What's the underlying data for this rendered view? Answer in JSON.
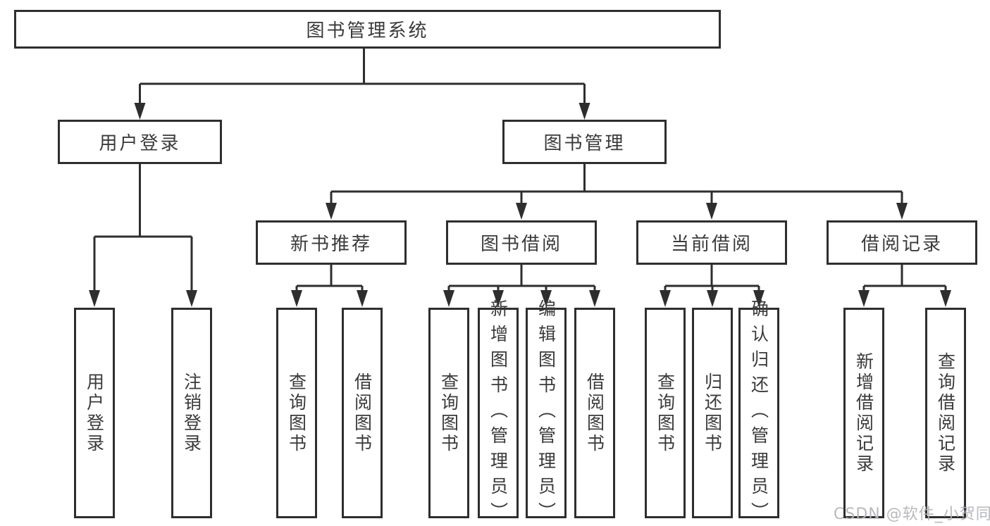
{
  "tree": {
    "root": {
      "label": "图书管理系统"
    },
    "branches": [
      {
        "label": "用户登录",
        "children": [
          {
            "label": "用户登录"
          },
          {
            "label": "注销登录"
          }
        ]
      },
      {
        "label": "图书管理",
        "groups": [
          {
            "label": "新书推荐",
            "children": [
              {
                "label": "查询图书"
              },
              {
                "label": "借阅图书"
              }
            ]
          },
          {
            "label": "图书借阅",
            "children": [
              {
                "label": "查询图书"
              },
              {
                "label": "新增图书（管理员）"
              },
              {
                "label": "编辑图书（管理员）"
              },
              {
                "label": "借阅图书"
              }
            ]
          },
          {
            "label": "当前借阅",
            "children": [
              {
                "label": "查询图书"
              },
              {
                "label": "归还图书"
              },
              {
                "label": "确认归还（管理员）"
              }
            ]
          },
          {
            "label": "借阅记录",
            "children": [
              {
                "label": "新增借阅记录"
              },
              {
                "label": "查询借阅记录"
              }
            ]
          }
        ]
      }
    ]
  },
  "watermark": "CSDN @软件_小贺同学",
  "colors": {
    "line": "#2e2e2e",
    "text": "#3a3a3a",
    "watermark": "#b3b6ba",
    "background": "#ffffff"
  }
}
